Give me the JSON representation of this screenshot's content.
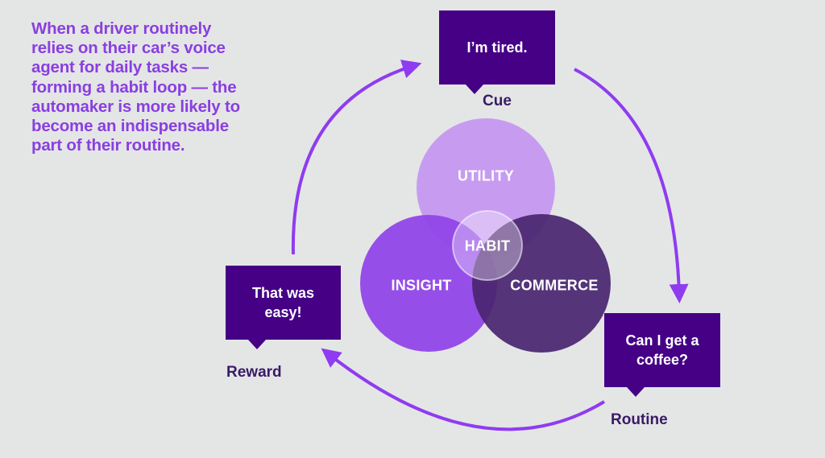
{
  "intro_text": {
    "lines": [
      "When a driver routinely",
      "relies on their car’s voice",
      "agent for daily tasks —",
      "forming a habit loop — the",
      "automaker is more likely to",
      "become an indispensable",
      "part of their routine."
    ]
  },
  "loop": {
    "cue": {
      "quote": "I’m tired.",
      "label": "Cue"
    },
    "routine": {
      "quote": "Can I get a coffee?",
      "label": "Routine"
    },
    "reward": {
      "quote": "That was easy!",
      "label": "Reward"
    }
  },
  "venn": {
    "utility": "UTILITY",
    "insight": "INSIGHT",
    "commerce": "COMMERCE",
    "center": "HABIT"
  },
  "colors": {
    "background": "#e4e6e6",
    "intro_text": "#8a3fe0",
    "bubble": "#450086",
    "stage_label": "#3a1a66",
    "arrow": "#8f3cf0",
    "utility": "#c79cf0",
    "insight": "#9146e8",
    "commerce": "#4a2670"
  }
}
